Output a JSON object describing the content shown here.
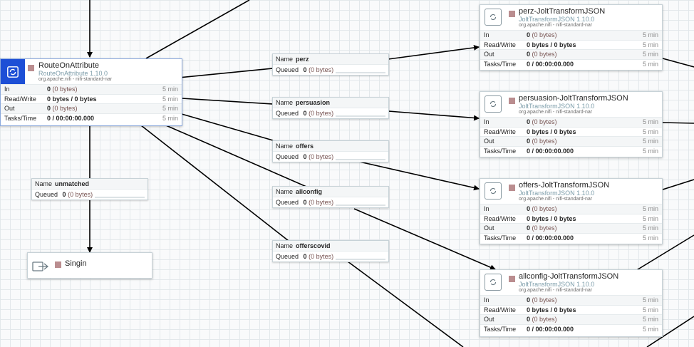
{
  "processors": {
    "route": {
      "name": "RouteOnAttribute",
      "type": "RouteOnAttribute 1.10.0",
      "bundle": "org.apache.nifi - nifi-standard-nar",
      "stats": [
        {
          "label": "In",
          "value": "0",
          "extra": "(0 bytes)",
          "time": "5 min"
        },
        {
          "label": "Read/Write",
          "value": "0 bytes / 0 bytes",
          "extra": "",
          "time": "5 min"
        },
        {
          "label": "Out",
          "value": "0",
          "extra": "(0 bytes)",
          "time": "5 min"
        },
        {
          "label": "Tasks/Time",
          "value": "0 / 00:00:00.000",
          "extra": "",
          "time": "5 min"
        }
      ]
    },
    "perz": {
      "name": "perz-JoltTransformJSON",
      "type": "JoltTransformJSON 1.10.0",
      "bundle": "org.apache.nifi - nifi-standard-nar",
      "stats": [
        {
          "label": "In",
          "value": "0",
          "extra": "(0 bytes)",
          "time": "5 min"
        },
        {
          "label": "Read/Write",
          "value": "0 bytes / 0 bytes",
          "extra": "",
          "time": "5 min"
        },
        {
          "label": "Out",
          "value": "0",
          "extra": "(0 bytes)",
          "time": "5 min"
        },
        {
          "label": "Tasks/Time",
          "value": "0 / 00:00:00.000",
          "extra": "",
          "time": "5 min"
        }
      ]
    },
    "persuasion": {
      "name": "persuasion-JoltTransformJSON",
      "type": "JoltTransformJSON 1.10.0",
      "bundle": "org.apache.nifi - nifi-standard-nar",
      "stats": [
        {
          "label": "In",
          "value": "0",
          "extra": "(0 bytes)",
          "time": "5 min"
        },
        {
          "label": "Read/Write",
          "value": "0 bytes / 0 bytes",
          "extra": "",
          "time": "5 min"
        },
        {
          "label": "Out",
          "value": "0",
          "extra": "(0 bytes)",
          "time": "5 min"
        },
        {
          "label": "Tasks/Time",
          "value": "0 / 00:00:00.000",
          "extra": "",
          "time": "5 min"
        }
      ]
    },
    "offers": {
      "name": "offers-JoltTransformJSON",
      "type": "JoltTransformJSON 1.10.0",
      "bundle": "org.apache.nifi - nifi-standard-nar",
      "stats": [
        {
          "label": "In",
          "value": "0",
          "extra": "(0 bytes)",
          "time": "5 min"
        },
        {
          "label": "Read/Write",
          "value": "0 bytes / 0 bytes",
          "extra": "",
          "time": "5 min"
        },
        {
          "label": "Out",
          "value": "0",
          "extra": "(0 bytes)",
          "time": "5 min"
        },
        {
          "label": "Tasks/Time",
          "value": "0 / 00:00:00.000",
          "extra": "",
          "time": "5 min"
        }
      ]
    },
    "allconfig": {
      "name": "allconfig-JoltTransformJSON",
      "type": "JoltTransformJSON 1.10.0",
      "bundle": "org.apache.nifi - nifi-standard-nar",
      "stats": [
        {
          "label": "In",
          "value": "0",
          "extra": "(0 bytes)",
          "time": "5 min"
        },
        {
          "label": "Read/Write",
          "value": "0 bytes / 0 bytes",
          "extra": "",
          "time": "5 min"
        },
        {
          "label": "Out",
          "value": "0",
          "extra": "(0 bytes)",
          "time": "5 min"
        },
        {
          "label": "Tasks/Time",
          "value": "0 / 00:00:00.000",
          "extra": "",
          "time": "5 min"
        }
      ]
    }
  },
  "connections": {
    "name_label": "Name",
    "queued_label": "Queued",
    "items": {
      "perz": {
        "name": "perz",
        "queued_count": "0",
        "queued_size": "(0 bytes)"
      },
      "persuasion": {
        "name": "persuasion",
        "queued_count": "0",
        "queued_size": "(0 bytes)"
      },
      "offers": {
        "name": "offers",
        "queued_count": "0",
        "queued_size": "(0 bytes)"
      },
      "allconfig": {
        "name": "allconfig",
        "queued_count": "0",
        "queued_size": "(0 bytes)"
      },
      "offerscovid": {
        "name": "offerscovid",
        "queued_count": "0",
        "queued_size": "(0 bytes)"
      },
      "unmatched": {
        "name": "unmatched",
        "queued_count": "0",
        "queued_size": "(0 bytes)"
      }
    }
  },
  "funnel": {
    "name": "Singin"
  },
  "icons": {
    "processor": "processor-icon",
    "funnel": "output-port-icon"
  },
  "colors": {
    "selected_header": "#1d4fd6",
    "stopped_state": "#ba8d8f",
    "canvas": "#f9fafb",
    "edge": "#000000"
  }
}
